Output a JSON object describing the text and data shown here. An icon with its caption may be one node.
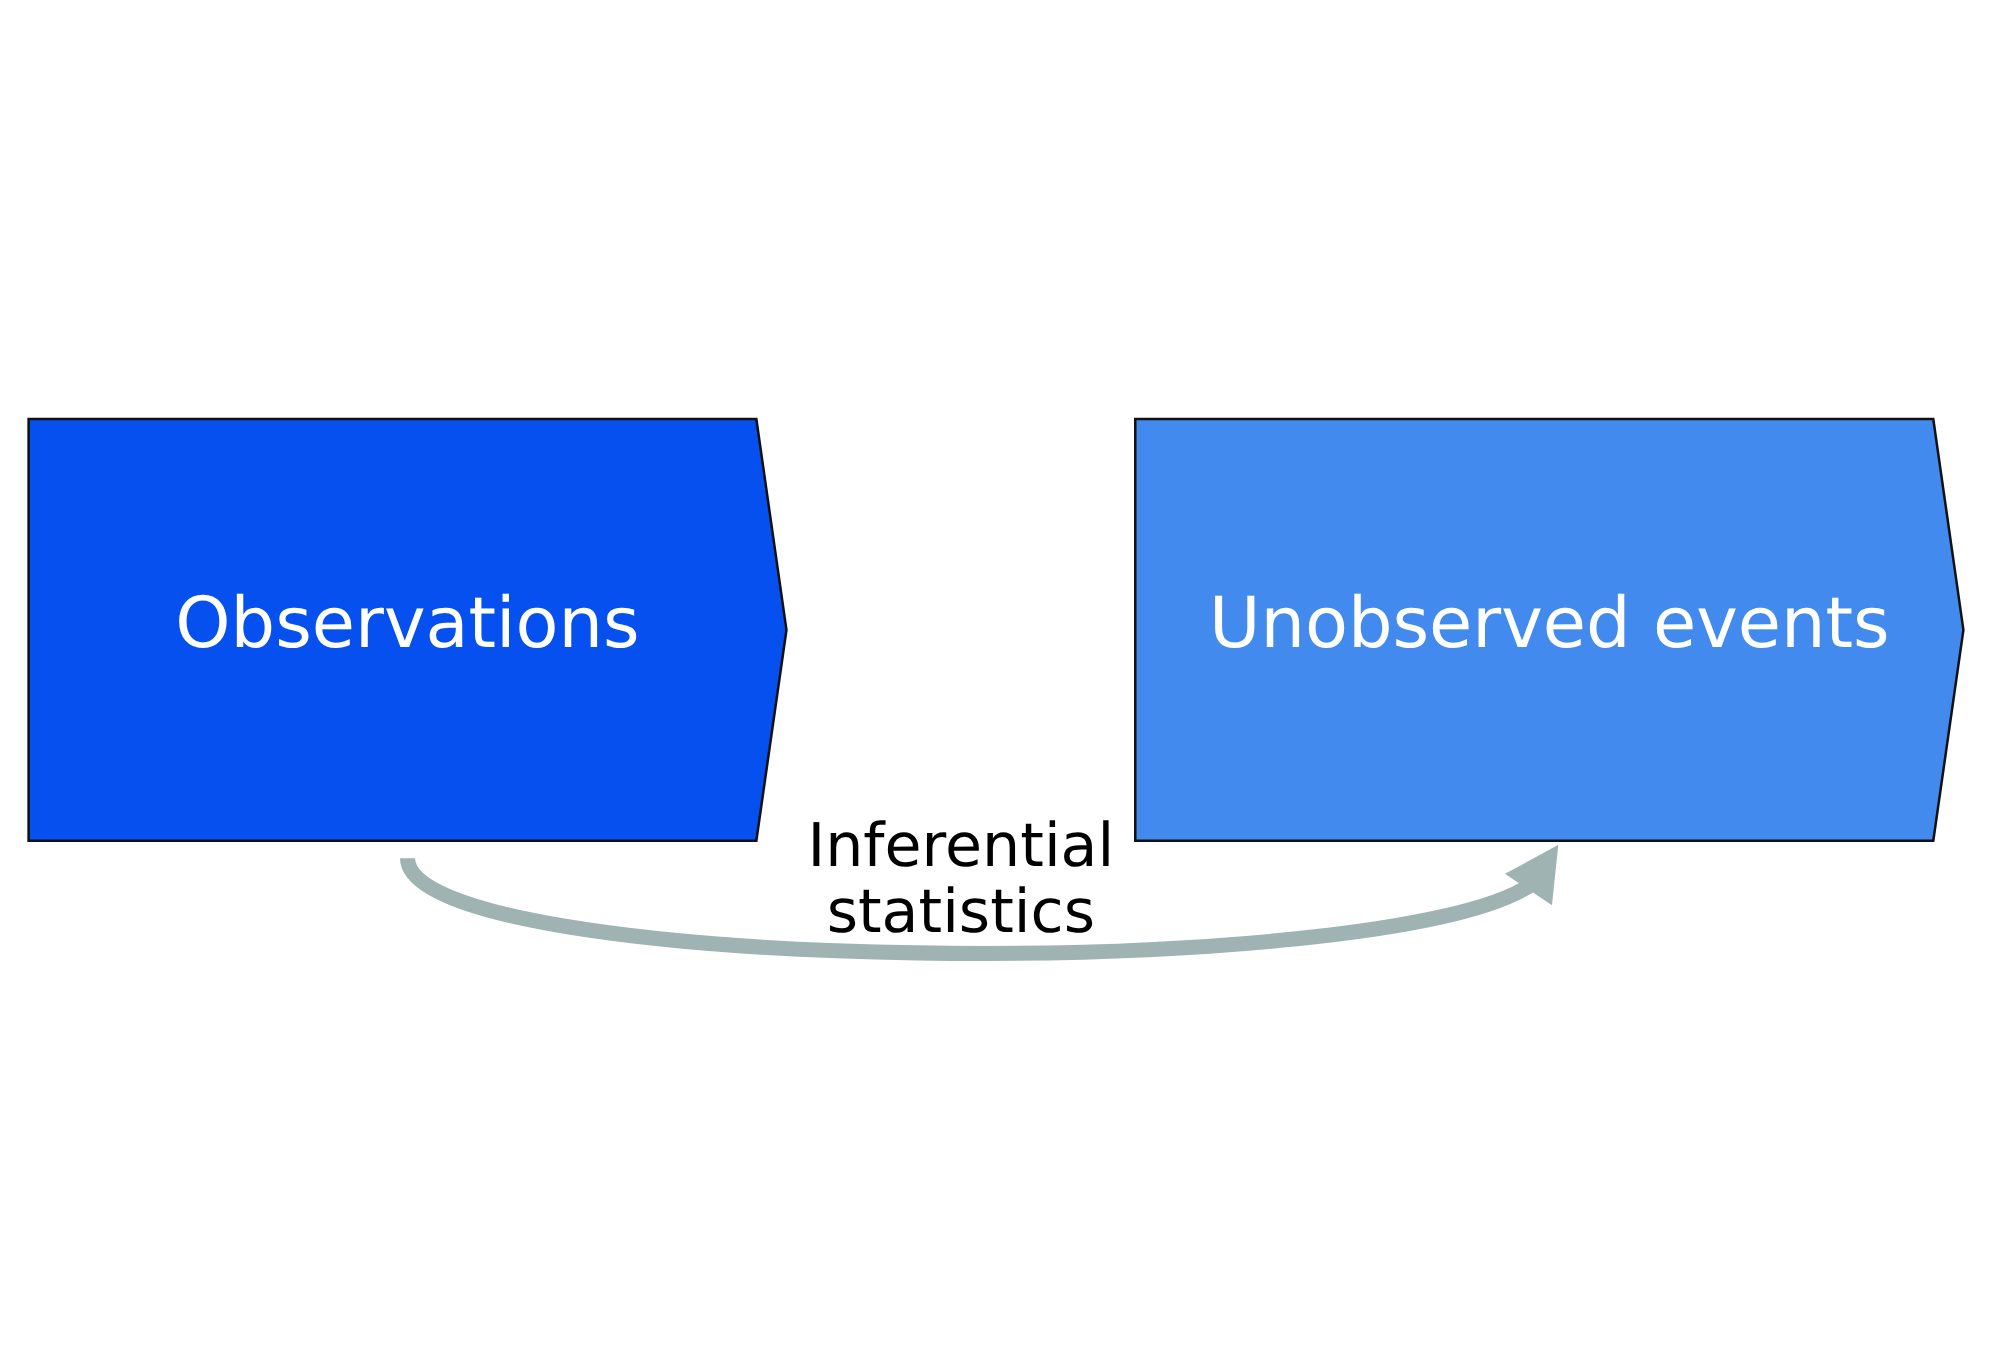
{
  "diagram": {
    "nodes": [
      {
        "text": [
          "Observations"
        ]
      },
      {
        "text": [
          "Unobserved events"
        ]
      }
    ],
    "edges": [
      {
        "from": 0,
        "to": 1,
        "arrow": "to",
        "label": "Inferential statistics"
      }
    ]
  }
}
